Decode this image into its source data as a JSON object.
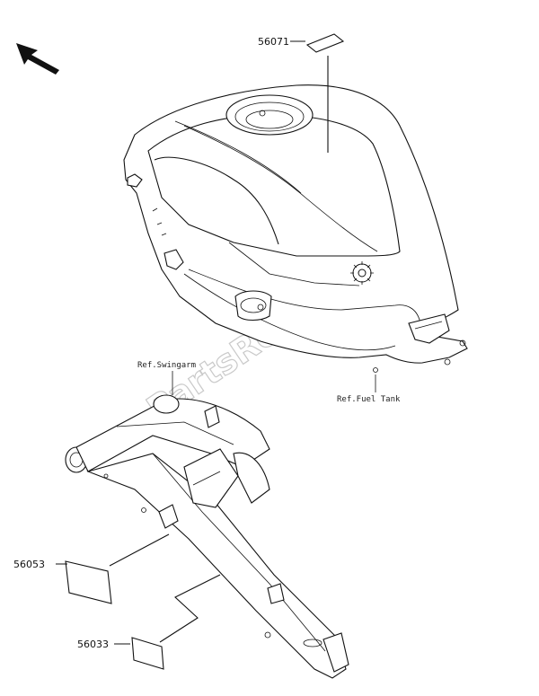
{
  "parts": [
    {
      "number": "56071"
    },
    {
      "number": "56053"
    },
    {
      "number": "56033"
    }
  ],
  "references": {
    "swingarm": "Ref.Swingarm",
    "fuel_tank": "Ref.Fuel Tank"
  },
  "watermark": "PartsRepublik",
  "icons": {
    "direction": "arrow-up-left-icon",
    "gear": "gear-icon"
  }
}
